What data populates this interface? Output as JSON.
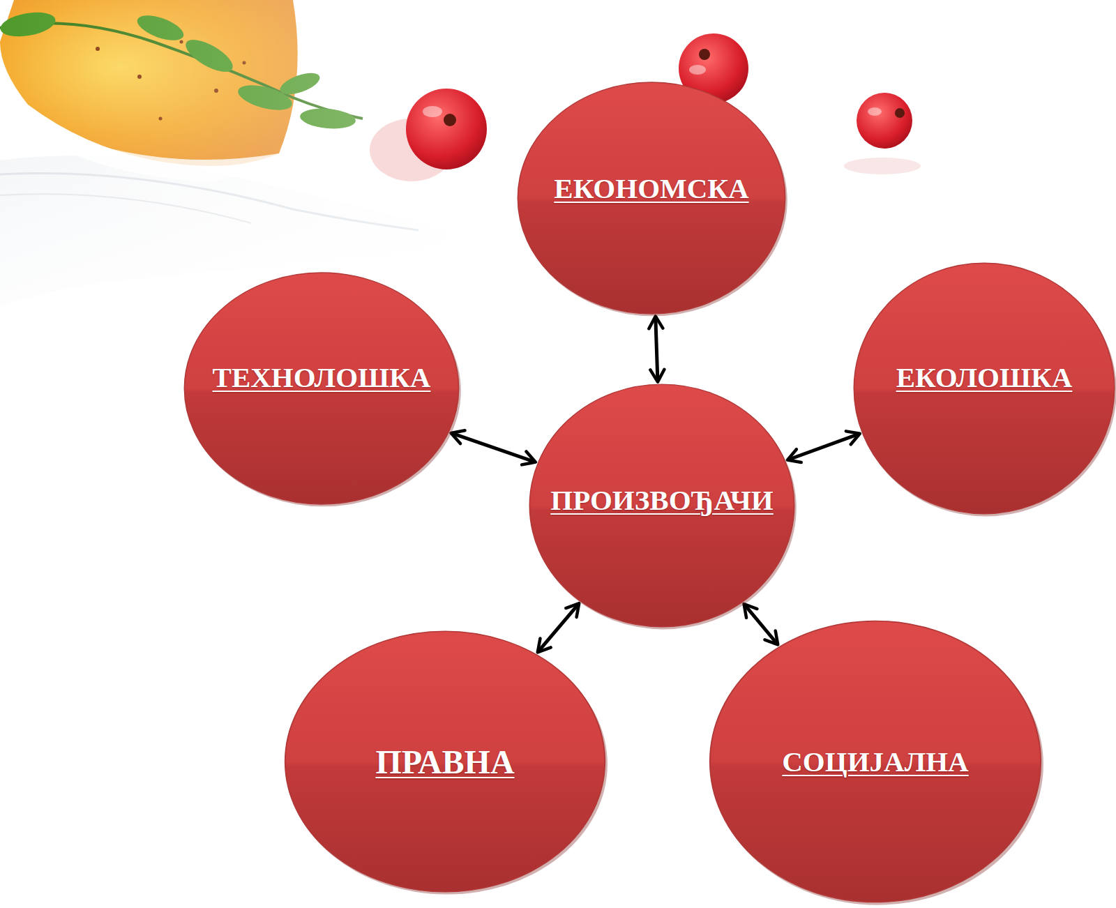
{
  "diagram": {
    "nodes": [
      {
        "text": [
          "ЕКОНОМСКА"
        ]
      },
      {
        "text": [
          "ТЕХНОЛОШКА"
        ]
      },
      {
        "text": [
          "ЕКОЛОШКА"
        ]
      },
      {
        "text": [
          "ПРОИЗВОЂАЧИ"
        ]
      },
      {
        "text": [
          "ПРАВНА"
        ]
      },
      {
        "text": [
          "СОЦИЈАЛНА"
        ]
      }
    ],
    "edges": [
      {
        "from": 3,
        "to": 0,
        "arrow": "both"
      },
      {
        "from": 3,
        "to": 1,
        "arrow": "both"
      },
      {
        "from": 3,
        "to": 2,
        "arrow": "both"
      },
      {
        "from": 3,
        "to": 4,
        "arrow": "both"
      },
      {
        "from": 3,
        "to": 5,
        "arrow": "both"
      }
    ]
  }
}
